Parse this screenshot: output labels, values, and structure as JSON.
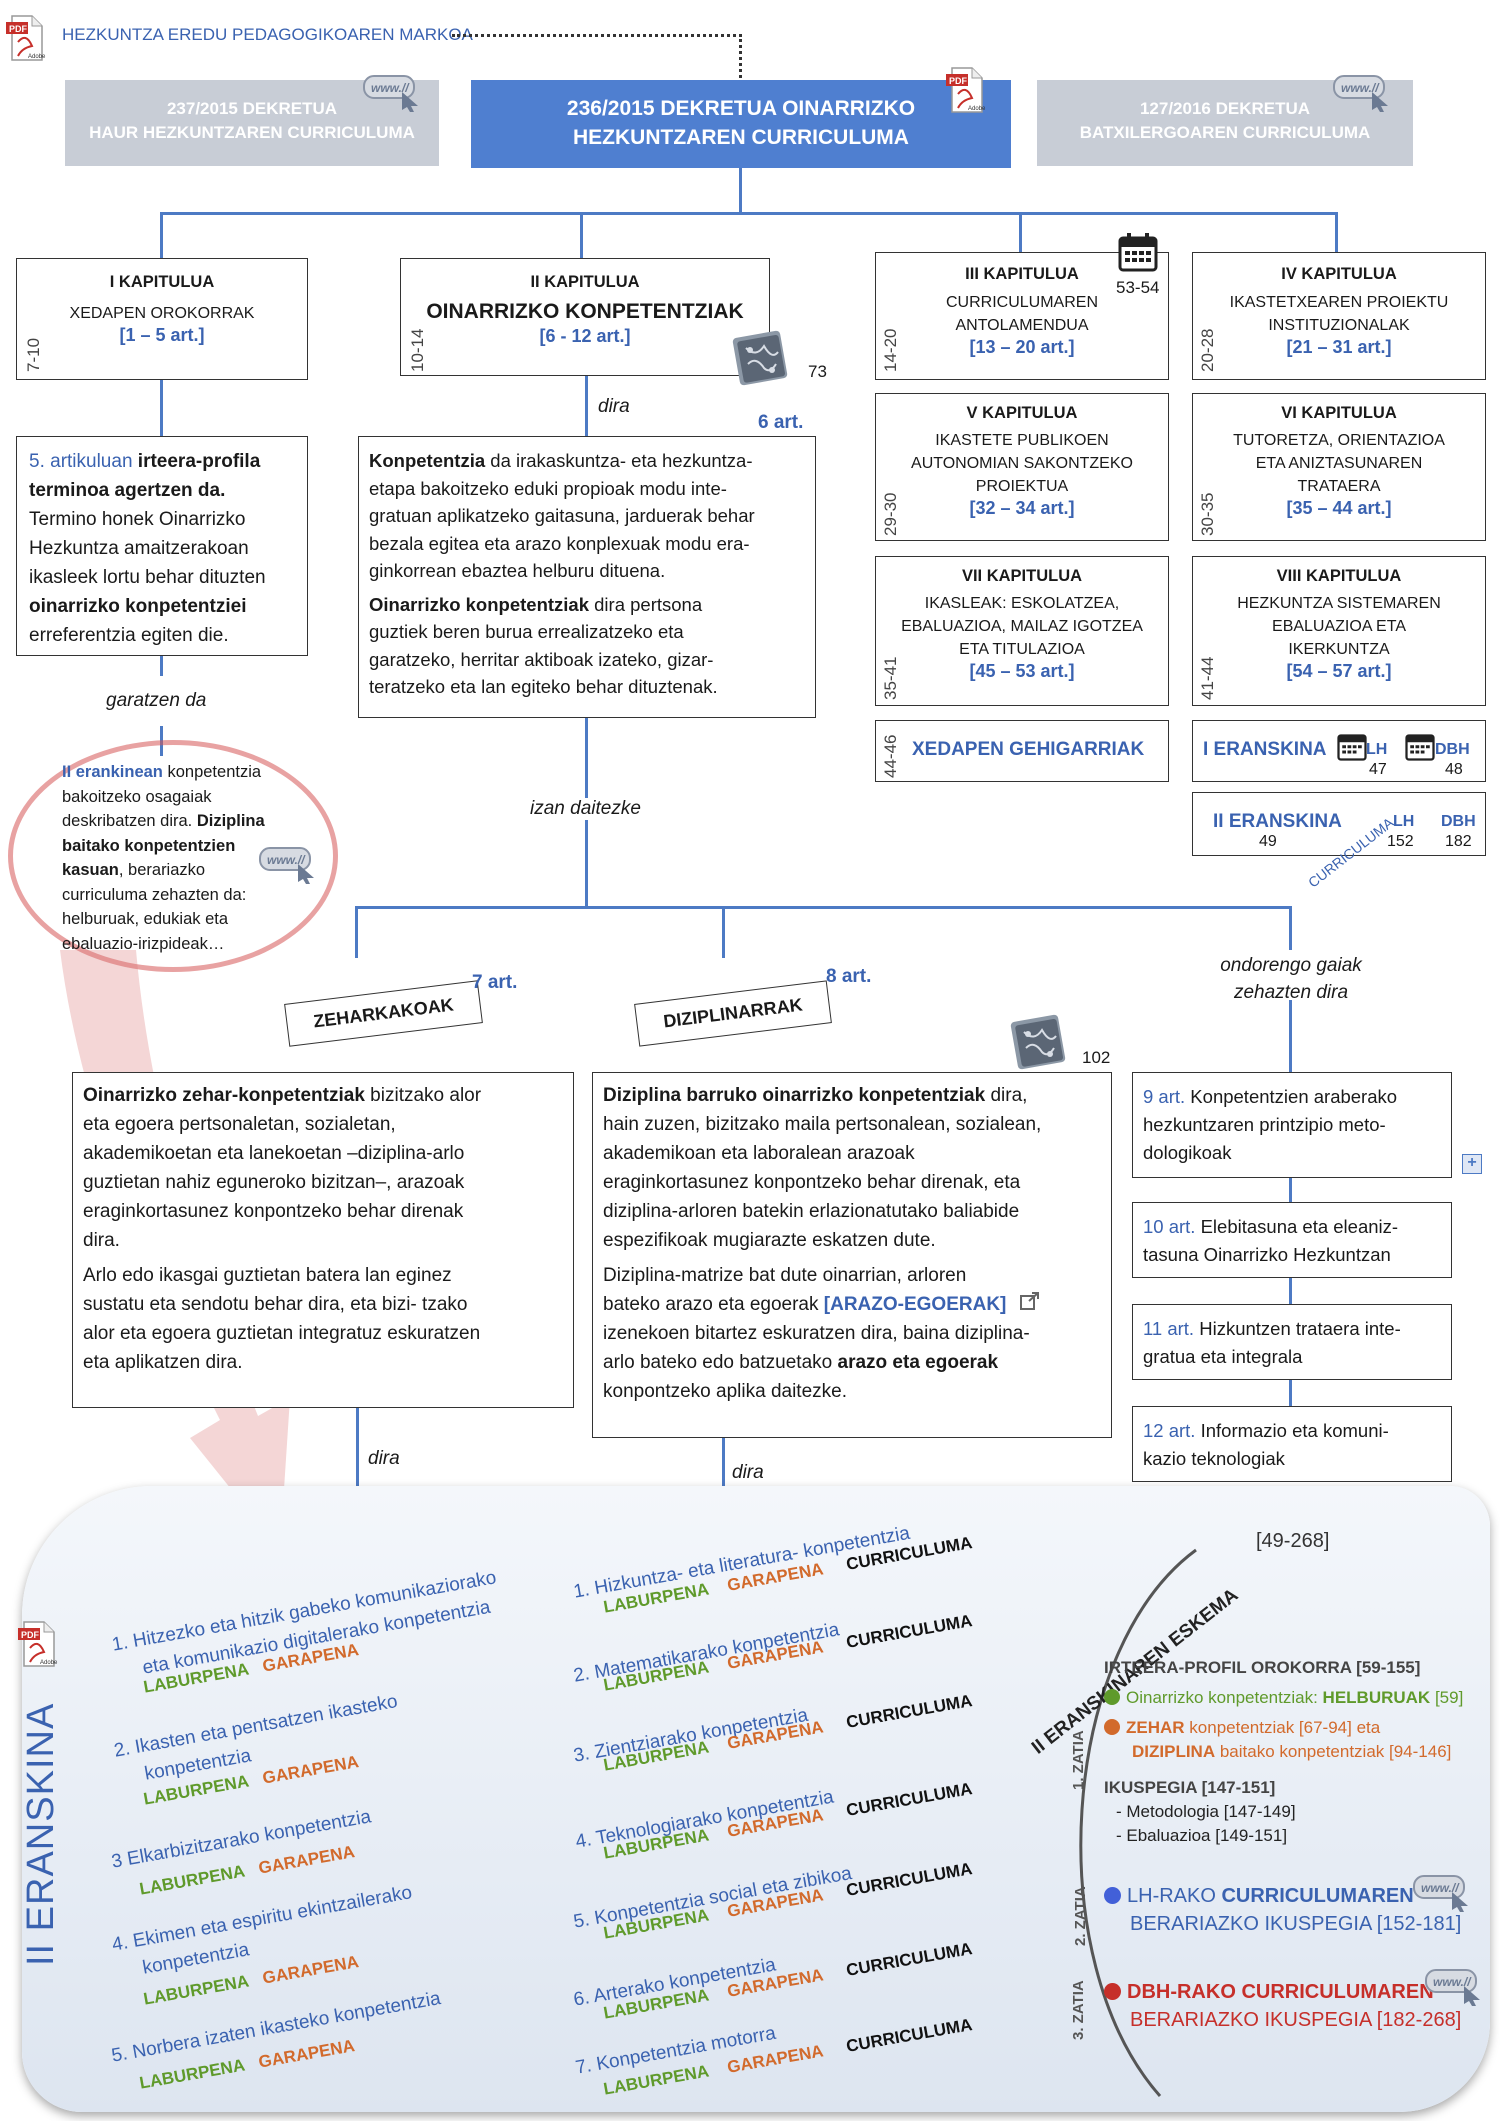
{
  "header": {
    "title": "HEZKUNTZA EREDU PEDAGOGIKOAREN MARKOA",
    "left_decree": [
      "237/2015 DEKRETUA",
      "HAUR HEZKUNTZAREN CURRICULUMA"
    ],
    "main_decree": [
      "236/2015 DEKRETUA OINARRIZKO",
      "HEZKUNTZAREN CURRICULUMA"
    ],
    "right_decree": [
      "127/2016 DEKRETUA",
      "BATXILERGOAREN CURRICULUMA"
    ]
  },
  "chapters": {
    "c1": {
      "title": "I KAPITULUA",
      "name": "XEDAPEN OROKORRAK",
      "arts": "[1 – 5 art.]",
      "pages": "7-10"
    },
    "c2": {
      "title": "II KAPITULUA",
      "name": "OINARRIZKO KONPETENTZIAK",
      "arts": "[6 - 12 art.]",
      "pages": "10-14",
      "page_ref": "73"
    },
    "c3": {
      "title": "III KAPITULUA",
      "name1": "CURRICULUMAREN",
      "name2": "ANTOLAMENDUA",
      "arts": "[13 – 20 art.]",
      "pages": "14-20",
      "cal_ref": "53-54"
    },
    "c4": {
      "title": "IV KAPITULUA",
      "name1": "IKASTETXEAREN PROIEKTU",
      "name2": "INSTITUZIONALAK",
      "arts": "[21 – 31 art.]",
      "pages": "20-28"
    },
    "c5": {
      "title": "V KAPITULUA",
      "name1": "IKASTETE PUBLIKOEN",
      "name2": "AUTONOMIAN SAKONTZEKO",
      "name3": "PROIEKTUA",
      "arts": "[32 – 34 art.]",
      "pages": "29-30"
    },
    "c6": {
      "title": "VI KAPITULUA",
      "name1": "TUTORETZA, ORIENTAZIOA",
      "name2": "ETA  ANIZTASUNAREN",
      "name3": "TRATAERA",
      "arts": "[35 – 44 art.]",
      "pages": "30-35"
    },
    "c7": {
      "title": "VII KAPITULUA",
      "name1": "IKASLEAK: ESKOLATZEA,",
      "name2": "EBALUAZIOA, MAILAZ IGOTZEA",
      "name3": "ETA TITULAZIOA",
      "arts": "[45 – 53 art.]",
      "pages": "35-41"
    },
    "c8": {
      "title": "VIII KAPITULUA",
      "name1": "HEZKUNTZA SISTEMAREN",
      "name2": "EBALUAZIOA ETA",
      "name3": "IKERKUNTZA",
      "arts": "[54 – 57 art.]",
      "pages": "41-44"
    },
    "xedapen": {
      "label": "XEDAPEN GEHIGARRIAK",
      "pages": "44-46"
    },
    "eranskina1": {
      "label": "I ERANSKINA",
      "lh": "LH",
      "lh_p": "47",
      "dbh": "DBH",
      "dbh_p": "48"
    },
    "eranskina2": {
      "label": "II ERANSKINA",
      "p": "49",
      "lh": "LH",
      "lh_p": "152",
      "dbh": "DBH",
      "dbh_p": "182",
      "curr": "CURRICULUMA"
    }
  },
  "connectors": {
    "dira": "dira",
    "art6": "6 art.",
    "garatzen": "garatzen da",
    "izan": "izan daitezke",
    "ondorengo1": "ondorengo gaiak",
    "ondorengo2": "zehazten dira",
    "dira2": "dira",
    "dira3": "dira",
    "art7": "7 art.",
    "art8": "8 art.",
    "page102": "102"
  },
  "profile_box": {
    "l1a": "5. artikuluan ",
    "l1b": "irteera-profila",
    "l2": "terminoa agertzen da.",
    "l3": "Termino honek  Oinarrizko",
    "l4": "Hezkuntza amaitzerakoan",
    "l5": "ikasleek lortu behar dituzten",
    "l6": "oinarrizko konpetentziei",
    "l7": "erreferentzia egiten die."
  },
  "def_box": {
    "p1a": "Konpetentzia",
    "p1b": " da irakaskuntza- eta hezkuntza-",
    "p1c": "etapa bakoitzeko eduki propioak modu inte-",
    "p1d": "gratuan aplikatzeko gaitasuna, jarduerak behar",
    "p1e": "bezala egitea eta arazo konplexuak modu era-",
    "p1f": "ginkorrean ebaztea helburu dituena.",
    "p2a": "Oinarrizko konpetentziak",
    "p2b": " dira pertsona",
    "p2c": "guztiek beren burua errealizatzeko eta",
    "p2d": "garatzeko, herritar aktiboak izateko, gizar-",
    "p2e": "teratzeko eta lan egiteko behar dituztenak."
  },
  "annex_note": {
    "a": "II erankinean",
    "b": "  konpetentzia",
    "c": "bakoitzeko osagaiak",
    "d": "deskribatzen dira. ",
    "e": "Diziplina",
    "f": "baitako konpetentzien",
    "g": "kasuan",
    "h": ", berariazko",
    "i": "curriculuma zehazten da:",
    "j": "helburuak, edukiak eta",
    "k": "ebaluazio-irizpideak…"
  },
  "tags": {
    "zehar": "ZEHARKAKOAK",
    "diziplina": "DIZIPLINARRAK"
  },
  "zehar_box": {
    "a": "Oinarrizko zehar-konpetentziak",
    "b": " bizitzako alor",
    "c": "eta egoera pertsonaletan, sozialetan,",
    "d": "akademikoetan eta lanekoetan –diziplina-arlo",
    "e": "guztietan nahiz eguneroko bizitzan–, arazoak",
    "f": "eraginkortasunez konpontzeko behar direnak",
    "g": "dira.",
    "h": "Arlo edo ikasgai guztietan batera lan eginez",
    "i": "sustatu eta sendotu behar dira, eta bizi- tzako",
    "j": "alor eta egoera guztietan integratuz eskuratzen",
    "k": "eta aplikatzen dira."
  },
  "dizip_box": {
    "a": "Diziplina barruko oinarrizko konpetentziak",
    "b": " dira,",
    "c": "hain zuzen, bizitzako maila pertsonalean, sozialean,",
    "d": "akademikoan eta laboralean arazoak",
    "e": "eraginkortasunez konpontzeko behar direnak, eta",
    "f": "diziplina-arloren batekin erlazionatutako baliabide",
    "g": "espezifikoak mugiarazte eskatzen dute.",
    "h": "Diziplina-matrize bat dute oinarrian, arloren",
    "i": "bateko arazo eta egoerak ",
    "j": "[ARAZO-EGOERAK]",
    "k": "izenekoen bitartez eskuratzen dira, baina diziplina-",
    "l": "arlo bateko edo batzuetako ",
    "m": "arazo eta  egoerak",
    "n": "konpontzeko aplika daitezke."
  },
  "right_items": [
    {
      "art": "9 art.",
      "l1": "  Konpetentzien araberako",
      "l2": "hezkuntzaren printzipio meto-",
      "l3": "dologikoak"
    },
    {
      "art": "10 art.",
      "l1": "  Elebitasuna eta eleaniz-",
      "l2": "tasuna Oinarrizko Hezkuntzan",
      "l3": ""
    },
    {
      "art": "11 art.",
      "l1": "  Hizkuntzen trataera inte-",
      "l2": "gratua eta integrala",
      "l3": ""
    },
    {
      "art": "12 art.",
      "l1": "  Informazio eta komuni-",
      "l2": "kazio teknologiak",
      "l3": ""
    }
  ],
  "bottom": {
    "side_title": "II ERANSKINA",
    "lab": "LABURPENA",
    "gar": "GARAPENA",
    "cur": "CURRICULUMA",
    "left_list": [
      {
        "l1": "1. Hitzezko eta hitzik gabeko komunikaziorako",
        "l2": "eta komunikazio digitalerako konpetentzia"
      },
      {
        "l1": "2. Ikasten eta pentsatzen ikasteko",
        "l2": "konpetentzia"
      },
      {
        "l1": "3  Elkarbizitzarako konpetentzia",
        "l2": ""
      },
      {
        "l1": "4. Ekimen eta espiritu ekintzailerako",
        "l2": "konpetentzia"
      },
      {
        "l1": "5. Norbera izaten ikasteko konpetentzia",
        "l2": ""
      }
    ],
    "right_list": [
      "1. Hizkuntza- eta literatura- konpetentzia",
      "2. Matematikarako konpetentzia",
      "3. Zientziarako konpetentzia",
      "4.  Teknologiarako konpetentzia",
      "5. Konpetentzia social eta zibikoa",
      "6. Arterako konpetentzia",
      "7. Konpetentzia motorra"
    ],
    "scheme_title": "II ERANSKINAREN ESKEMA",
    "scheme_range": "[49-268]",
    "zatia1": "1. ZATIA",
    "zatia2": "2. ZATIA",
    "zatia3": "3. ZATIA",
    "s1": "IRTEERA-PROFIL OROKORRA [59-155]",
    "s2a": "Oinarrizko konpetentziak: ",
    "s2b": "HELBURUAK",
    "s2c": " [59]",
    "s3a": "ZEHAR",
    "s3b": " konpetentziak [67-94] eta",
    "s3c": "DIZIPLINA",
    "s3d": " baitako konpetentziak [94-146]",
    "s4": "IKUSPEGIA [147-151]",
    "s5": "- Metodologia [147-149]",
    "s6": "- Ebaluazioa [149-151]",
    "s7a": "LH-RAKO ",
    "s7b": "CURRICULUMAREN",
    "s7c": "BERARIAZKO IKUSPEGIA [152-181]",
    "s8a": "DBH-RAKO ",
    "s8b": "CURRICULUMAREN",
    "s8c": "BERARIAZKO IKUSPEGIA [182-268]"
  },
  "colors": {
    "blue": "#3a62b0",
    "line": "#4d7ac4",
    "orange": "#d26a2c",
    "green": "#5f9a2b",
    "red": "#c62f2a",
    "header_blue": "#4f7fd0",
    "header_gray": "#c8cdd6"
  },
  "icons": [
    "pdf-icon",
    "www-icon",
    "calendar-icon",
    "concept-map-icon",
    "external-link-icon",
    "expand-icon"
  ]
}
